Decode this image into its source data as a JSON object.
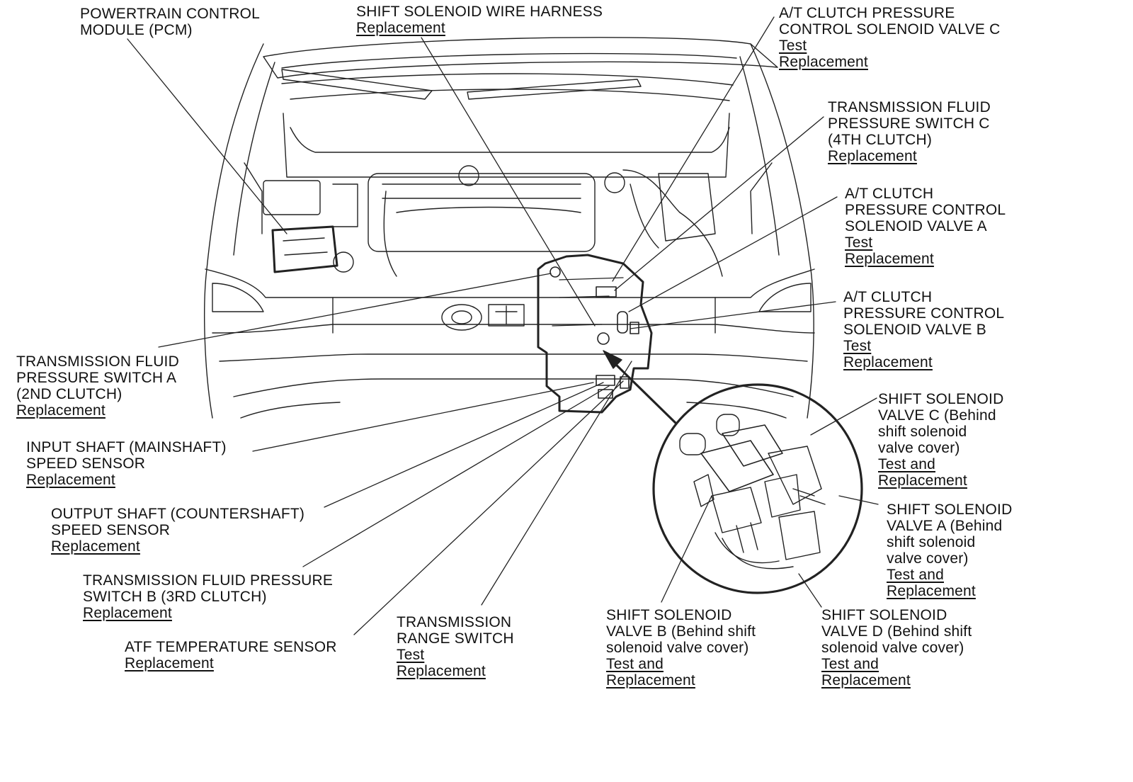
{
  "diagram": {
    "callouts": [
      {
        "id": "pcm",
        "lines": [
          "POWERTRAIN CONTROL",
          "MODULE (PCM)"
        ],
        "links": []
      },
      {
        "id": "harness",
        "lines": [
          "SHIFT SOLENOID WIRE HARNESS"
        ],
        "links": [
          "Replacement"
        ]
      },
      {
        "id": "atc-c",
        "lines": [
          "A/T CLUTCH PRESSURE",
          "CONTROL SOLENOID VALVE C"
        ],
        "links": [
          "Test",
          "Replacement"
        ]
      },
      {
        "id": "tfps-c",
        "lines": [
          "TRANSMISSION FLUID",
          "PRESSURE SWITCH C",
          "(4TH CLUTCH)"
        ],
        "links": [
          "Replacement"
        ]
      },
      {
        "id": "atc-a",
        "lines": [
          "A/T CLUTCH",
          "PRESSURE CONTROL",
          "SOLENOID VALVE A"
        ],
        "links": [
          "Test",
          "Replacement"
        ]
      },
      {
        "id": "atc-b",
        "lines": [
          "A/T CLUTCH",
          "PRESSURE CONTROL",
          "SOLENOID VALVE B"
        ],
        "links": [
          "Test",
          "Replacement"
        ]
      },
      {
        "id": "tfps-a",
        "lines": [
          "TRANSMISSION FLUID",
          "PRESSURE SWITCH A",
          "(2ND CLUTCH)"
        ],
        "links": [
          "Replacement"
        ]
      },
      {
        "id": "input-shaft",
        "lines": [
          "INPUT SHAFT (MAINSHAFT)",
          "SPEED SENSOR"
        ],
        "links": [
          "Replacement"
        ]
      },
      {
        "id": "output-shaft",
        "lines": [
          "OUTPUT SHAFT (COUNTERSHAFT)",
          "SPEED SENSOR"
        ],
        "links": [
          "Replacement"
        ]
      },
      {
        "id": "tfps-b",
        "lines": [
          "TRANSMISSION FLUID PRESSURE",
          "SWITCH B (3RD CLUTCH)"
        ],
        "links": [
          "Replacement"
        ]
      },
      {
        "id": "atf-temp",
        "lines": [
          "ATF TEMPERATURE SENSOR"
        ],
        "links": [
          "Replacement"
        ]
      },
      {
        "id": "range-switch",
        "lines": [
          "TRANSMISSION",
          "RANGE SWITCH"
        ],
        "links": [
          "Test",
          "Replacement"
        ]
      },
      {
        "id": "ssv-b",
        "lines": [
          "SHIFT SOLENOID",
          "VALVE B (Behind shift",
          "solenoid valve cover)"
        ],
        "links": [
          "Test and",
          "Replacement"
        ]
      },
      {
        "id": "ssv-d",
        "lines": [
          "SHIFT SOLENOID",
          "VALVE D (Behind shift",
          "solenoid valve cover)"
        ],
        "links": [
          "Test and",
          "Replacement"
        ]
      },
      {
        "id": "ssv-c",
        "lines": [
          "SHIFT SOLENOID",
          "VALVE C (Behind",
          "shift solenoid",
          "valve cover)"
        ],
        "links": [
          "Test and",
          "Replacement"
        ]
      },
      {
        "id": "ssv-a",
        "lines": [
          "SHIFT SOLENOID",
          "VALVE A (Behind",
          "shift solenoid",
          "valve cover)"
        ],
        "links": [
          "Test and ",
          "Replacement"
        ]
      }
    ]
  }
}
